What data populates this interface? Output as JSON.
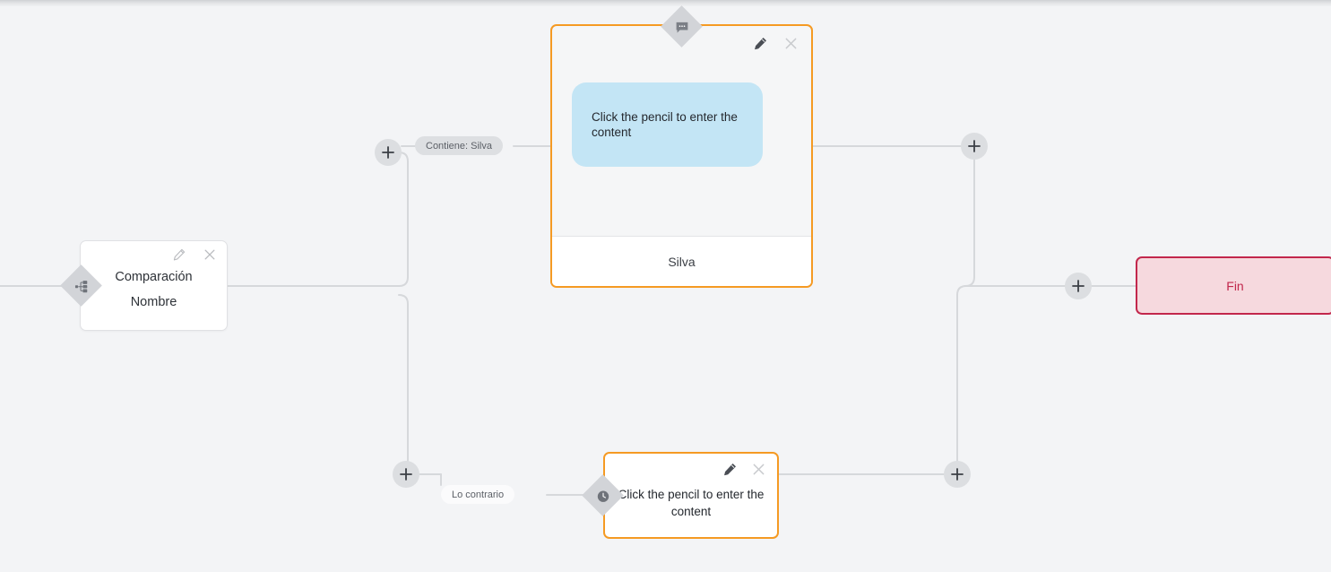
{
  "canvas": {
    "background_color": "#f3f4f6",
    "edge_color": "#d6d8db"
  },
  "nodes": [
    {
      "id": "condition",
      "type": "condition",
      "badge_icon": "branch-split-icon",
      "title": "Comparación",
      "subtitle": "Nombre",
      "tools": {
        "edit": "pencil-icon",
        "close": "close-icon"
      }
    },
    {
      "id": "message",
      "type": "message",
      "badge_icon": "chat-bubble-icon",
      "bubble_text": "Click the pencil to enter the content",
      "footer_label": "Silva",
      "border_color": "#f59a23",
      "bubble_color": "#c3e5f5",
      "tools": {
        "edit": "pencil-icon",
        "close": "close-icon"
      }
    },
    {
      "id": "delay",
      "type": "delay",
      "badge_icon": "clock-icon",
      "text": "Click the pencil to enter the content",
      "border_color": "#f59a23",
      "tools": {
        "edit": "pencil-icon",
        "close": "close-icon"
      }
    },
    {
      "id": "end",
      "type": "end",
      "label": "Fin",
      "border_color": "#c2274c",
      "fill_color": "#f6d9de",
      "text_color": "#c2274c"
    }
  ],
  "edge_labels": {
    "true_branch": "Contiene: Silva",
    "false_branch": "Lo contrario"
  },
  "add_buttons": [
    {
      "id": "add-true-branch",
      "icon": "plus-icon",
      "title": ""
    },
    {
      "id": "add-false-branch",
      "icon": "plus-icon",
      "title": ""
    },
    {
      "id": "add-after-message",
      "icon": "plus-icon",
      "title": ""
    },
    {
      "id": "add-after-delay",
      "icon": "plus-icon",
      "title": ""
    },
    {
      "id": "add-before-end",
      "icon": "plus-icon",
      "title": ""
    }
  ]
}
